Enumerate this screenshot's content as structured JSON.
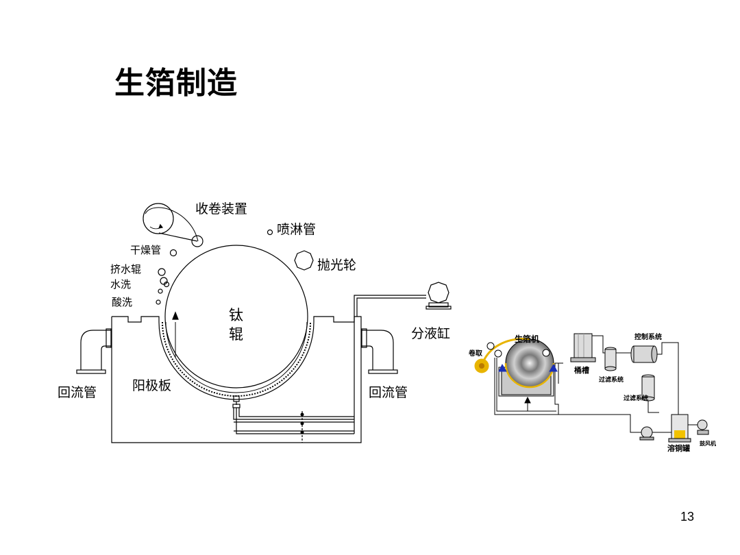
{
  "slide": {
    "title": "生箔制造",
    "page_number": "13"
  },
  "left_diagram": {
    "take_up_device": "收卷装置",
    "spray_pipe": "喷淋管",
    "drying_pipe": "干燥管",
    "squeeze_roller": "挤水辊",
    "water_wash": "水洗",
    "acid_wash": "酸洗",
    "polishing_wheel": "抛光轮",
    "titanium_roller_1": "钛",
    "titanium_roller_2": "辊",
    "distribution_tank": "分液缸",
    "return_pipe_left": "回流管",
    "return_pipe_right": "回流管",
    "anode_plate": "阳极板"
  },
  "right_diagram": {
    "foil_machine": "生箔机",
    "winding": "卷取",
    "barrel_tank": "桶槽",
    "control_system": "控制系统",
    "filter_system_1": "过滤系统",
    "filter_system_2": "过滤系统",
    "dissolving_tank": "溶铜罐",
    "blower": "鼓风机"
  },
  "colors": {
    "line": "#000000",
    "foil_yellow": "#e8b400",
    "drum_gray": "#9a9a9a",
    "valve_blue": "#1a2fb5"
  }
}
